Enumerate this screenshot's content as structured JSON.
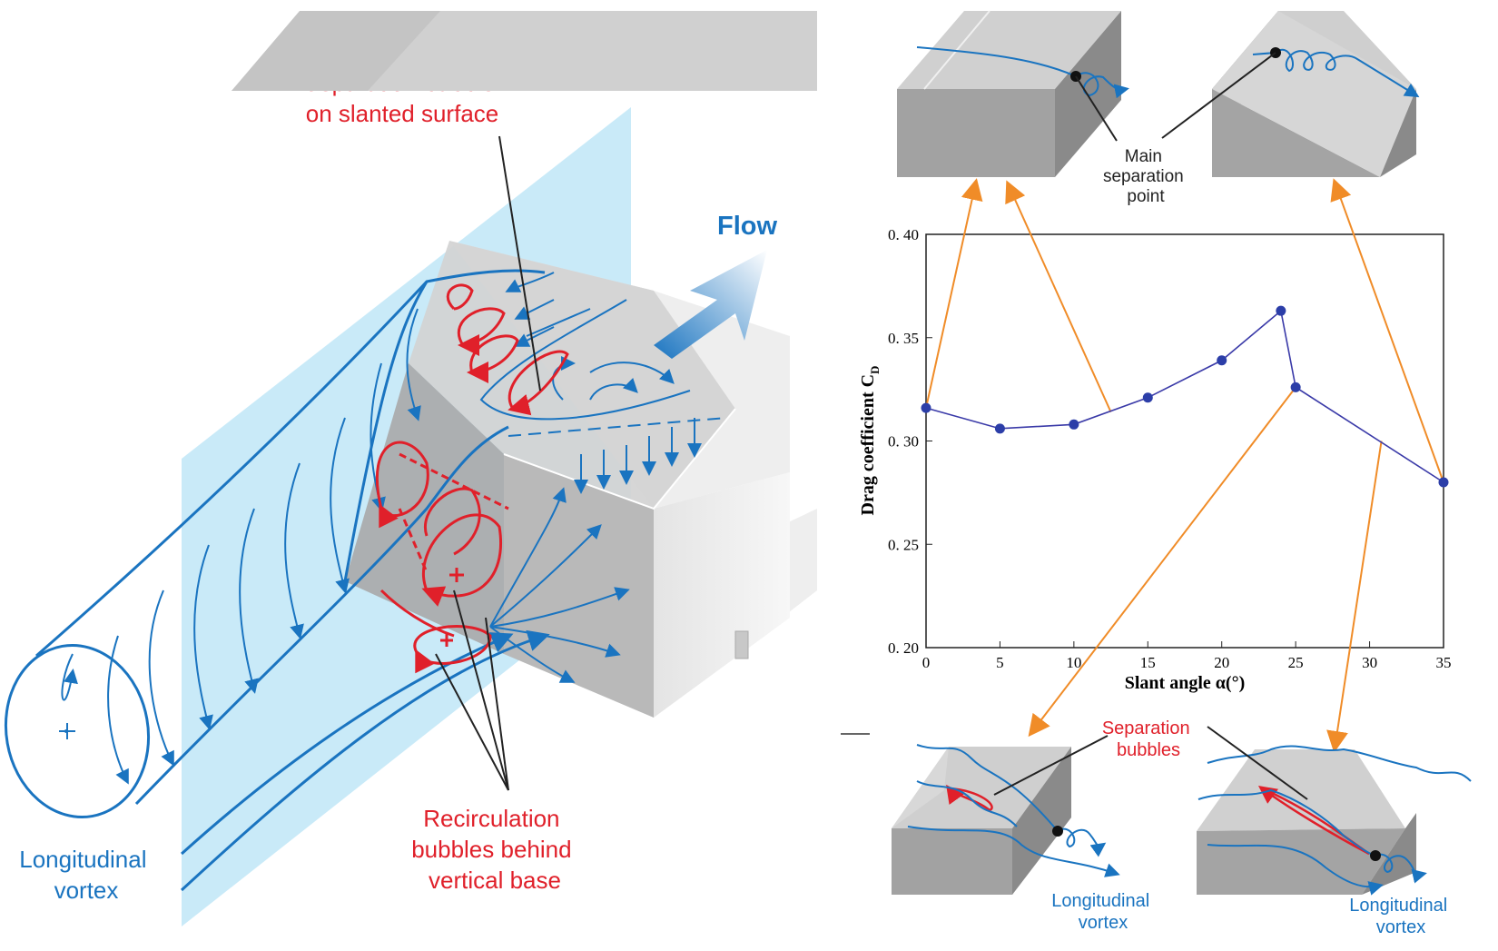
{
  "left": {
    "flow_label": "Flow",
    "sep_bubble": [
      "Separation bubble",
      "on slanted surface"
    ],
    "recirc": [
      "Recirculation",
      "bubbles behind",
      "vertical base"
    ],
    "long_vortex": [
      "Longitudinal",
      "vortex"
    ]
  },
  "right": {
    "main_sep": [
      "Main",
      "separation",
      "point"
    ],
    "sep_bubbles": [
      "Separation",
      "bubbles"
    ],
    "long_vortex_a": [
      "Longitudinal",
      "vortex"
    ],
    "long_vortex_b": [
      "Longitudinal",
      "vortex"
    ]
  },
  "chart_data": {
    "type": "line",
    "xlabel": "Slant angle α(°)",
    "ylabel": "Drag coefficient C",
    "ylabel_sub": "D",
    "x": [
      0,
      5,
      10,
      15,
      20,
      24,
      25,
      35
    ],
    "y": [
      0.316,
      0.306,
      0.308,
      0.321,
      0.339,
      0.363,
      0.326,
      0.28
    ],
    "xticks": [
      "0",
      "5",
      "10",
      "15",
      "20",
      "25",
      "30",
      "35"
    ],
    "yticks": [
      "0. 20",
      "0. 25",
      "0. 30",
      "0. 35",
      "0. 40"
    ],
    "xlim": [
      0,
      35
    ],
    "ylim": [
      0.2,
      0.4
    ],
    "line_color": "#3a3aa8",
    "marker_color": "#2c3ea8",
    "arrow_color": "#f08c28"
  },
  "colors": {
    "blue": "#1a74c0",
    "red": "#e0202a",
    "orange": "#f08c28",
    "plane": "#bfe6f7"
  }
}
